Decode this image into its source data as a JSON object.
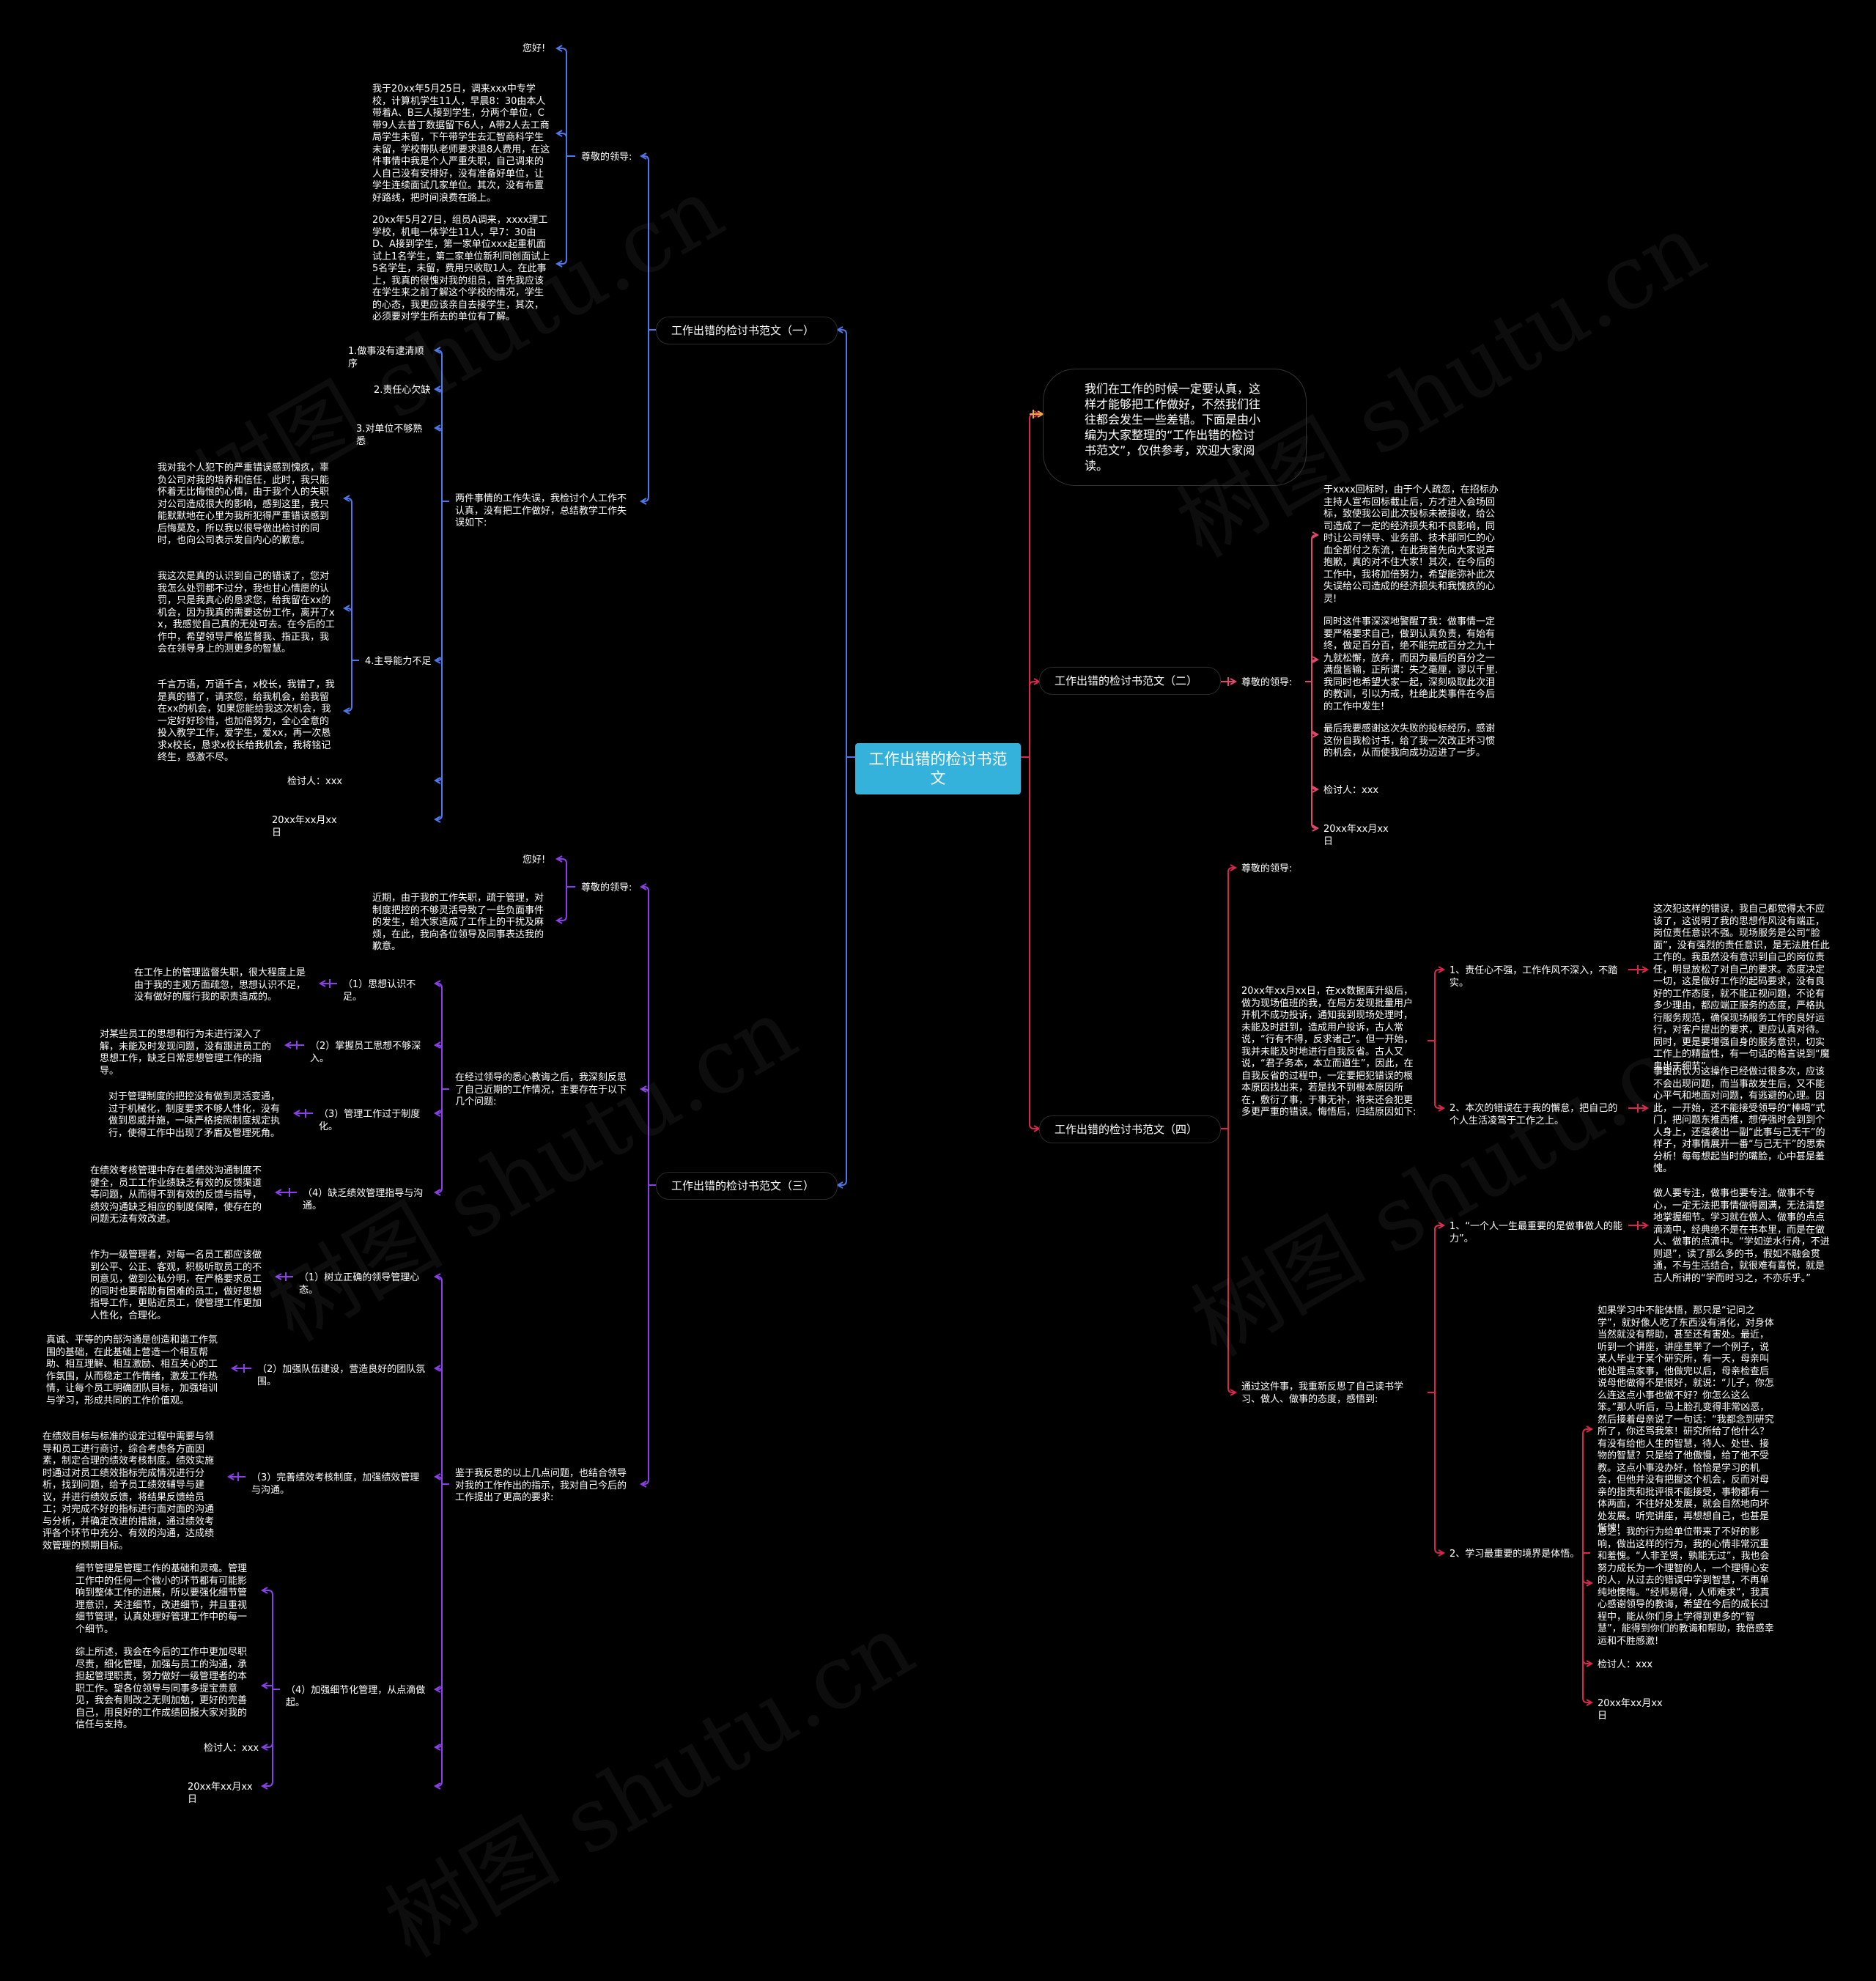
{
  "watermark": "树图 shutu.cn",
  "colors": {
    "root": "#34b2dc",
    "branch1": "#4f77e9",
    "branch2": "#e2486d",
    "branch3": "#8a40e8",
    "branch4": "#d9264a",
    "intro": "#f1a54b"
  },
  "root": "工作出错的检讨书范文",
  "intro": "我们在工作的时候一定要认真，这样才能够把工作做好，不然我们往往都会发生一些差错。下面是由小编为大家整理的“工作出错的检讨书范文”，仅供参考，欢迎大家阅读。",
  "b1": {
    "title": "工作出错的检讨书范文（一）",
    "g1": "尊敬的领导:",
    "greet": "您好!",
    "p1": "我于20xx年5月25日，调来xxx中专学校，计算机学生11人，早晨8：30由本人带着A、B三人接到学生，分两个单位，C带9人去普丁数据留下6人，A带2人去工商局学生未留，下午带学生去汇智商科学生未留，学校带队老师要求退8人费用，在这件事情中我是个人严重失职，自己调来的人自己没有安排好，没有准备好单位，让学生连续面试几家单位。其次，没有布置好路线，把时间浪费在路上。",
    "p2": "20xx年5月27日，组员A调来，xxxx理工学校，机电一体学生11人，早7：30由D、A接到学生，第一家单位xxx起重机面试上1名学生，第二家单位新利同创面试上5名学生，未留，费用只收取1人。在此事上，我真的很愧对我的组员，首先我应该在学生来之前了解这个学校的情况，学生的心态，我更应该亲自去接学生，其次，必须要对学生所去的单位有了解。",
    "g2": "两件事情的工作失误，我检讨个人工作不认真，没有把工作做好，总结教学工作失误如下:",
    "r1": "1.做事没有逮清顺序",
    "r2": "2.责任心欠缺",
    "r3": "3.对单位不够熟悉",
    "r4": "4.主导能力不足",
    "r4a": "我对我个人犯下的严重错误感到愧疚，辜负公司对我的培养和信任，此时，我只能怀着无比悔恨的心情，由于我个人的失职对公司造成很大的影响，感到这里，我只能默默地在心里为我所犯得严重错误感到后悔莫及，所以我以很导做出检讨的同时，也向公司表示发自内心的歉意。",
    "r4b": "我这次是真的认识到自己的错误了，您对我怎么处罚都不过分，我也甘心情愿的认罚，只是我真心的恳求您，给我留在xx的机会，因为我真的需要这份工作，离开了xx，我感觉自己真的无处可去。在今后的工作中，希望领导严格监督我、指正我，我会在领导身上的测更多的智慧。",
    "r4c": "千言万语，万语千言，x校长，我错了，我是真的错了，请求您，给我机会，给我留在xx的机会，如果您能给我这次机会，我一定好好珍惜，也加倍努力，全心全意的投入教学工作，爱学生，爱xx，再一次恳求x校长，恳求x校长给我机会，我将铭记终生，感激不尽。",
    "sign": "检讨人：xxx",
    "date": "20xx年xx月xx日"
  },
  "b2": {
    "title": "工作出错的检讨书范文（二）",
    "g1": "尊敬的领导:",
    "p1": "于xxxx回标时，由于个人疏忽，在招标办主持人宣布回标截止后，方才进入会场回标，致使我公司此次投标未被接收，给公司造成了一定的经济损失和不良影响，同时让公司领导、业务部、技术部同仁的心血全部付之东流，在此我首先向大家说声抱歉，真的对不住大家！其次，在今后的工作中，我将加倍努力，希望能弥补此次失误给公司造成的经济损失和我愧疚的心灵!",
    "p2": "同时这件事深深地警醒了我：做事情一定要严格要求自己，做到认真负责，有始有终，做足百分百，绝不能完成百分之九十九就松懈，放弃，而因为最后的百分之一满盘皆输，正所谓：失之毫厘，谬以千里.我同时也希望大家一起，深刻吸取此次泪的教训，引以为戒，杜绝此类事件在今后的工作中发生!",
    "p3": "最后我要感谢这次失败的投标经历，感谢这份自我检讨书，给了我一次改正坏习惯的机会，从而使我向成功迈进了一步。",
    "sign": "检讨人：xxx",
    "date": "20xx年xx月xx日"
  },
  "b3": {
    "title": "工作出错的检讨书范文（三）",
    "g1": "尊敬的领导:",
    "greet": "您好!",
    "p1": "近期，由于我的工作失职，疏于管理，对制度把控的不够灵活导致了一些负面事件的发生，给大家造成了工作上的干扰及麻烦，在此，我向各位领导及同事表达我的歉意。",
    "g2": "在经过领导的悉心教诲之后，我深刻反思了自己近期的工作情况，主要存在于以下几个问题:",
    "i1": "（1）思想认识不足。",
    "i1d": "在工作上的管理监督失职，很大程度上是由于我的主观方面疏忽，思想认识不足，没有做好的履行我的职责造成的。",
    "i2": "（2）掌握员工思想不够深入。",
    "i2d": "对某些员工的思想和行为未进行深入了解，未能及时发现问题，没有跟进员工的思想工作，缺乏日常思想管理工作的指导。",
    "i3": "（3）管理工作过于制度化。",
    "i3d": "对于管理制度的把控没有做到灵活变通，过于机械化，制度要求不够人性化，没有做到恩威并施，一味严格按照制度规定执行，使得工作中出现了矛盾及管理死角。",
    "i4": "（4）缺乏绩效管理指导与沟通。",
    "i4d": "在绩效考核管理中存在着绩效沟通制度不健全，员工工作业绩缺乏有效的反馈渠道等问题，从而得不到有效的反馈与指导，绩效沟通缺乏相应的制度保障，使存在的问题无法有效改进。",
    "g3": "鉴于我反思的以上几点问题，也结合领导对我的工作作出的指示，我对自己今后的工作提出了更高的要求:",
    "j1": "（1）树立正确的领导管理心态。",
    "j1d": "作为一级管理者，对每一名员工都应该做到公平、公正、客观，积极听取员工的不同意见，做到公私分明，在严格要求员工的同时也要帮助有困难的员工，做好思想指导工作，更贴近员工，使管理工作更加人性化，合理化。",
    "j2": "（2）加强队伍建设，营造良好的团队氛围。",
    "j2d": "真诚、平等的内部沟通是创造和谐工作氛围的基础，在此基础上营造一个相互帮助、相互理解、相互激励、相互关心的工作氛围，从而稳定工作情绪，激发工作热情，让每个员工明确团队目标，加强培训与学习，形成共同的工作价值观。",
    "j3": "（3）完善绩效考核制度，加强绩效管理与沟通。",
    "j3d": "在绩效目标与标准的设定过程中需要与领导和员工进行商讨，综合考虑各方面因素，制定合理的绩效考核制度。绩效实施时通过对员工绩效指标完成情况进行分析，找到问题，给予员工绩效辅导与建议，并进行绩效反馈，将结果反馈给员工；对完成不好的指标进行面对面的沟通与分析，并确定改进的措施，通过绩效考评各个环节中充分、有效的沟通，达成绩效管理的预期目标。",
    "j4": "（4）加强细节化管理，从点滴做起。",
    "j4a": "细节管理是管理工作的基础和灵魂。管理工作中的任何一个微小的环节都有可能影响到整体工作的进展，所以要强化细节管理意识，关注细节，改进细节，并且重视细节管理，认真处理好管理工作中的每一个细节。",
    "j4b": "综上所述，我会在今后的工作中更加尽职尽责，细化管理，加强与员工的沟通，承担起管理职责，努力做好一级管理者的本职工作。望各位领导与同事多提宝贵意见，我会有则改之无则加勉，更好的完善自己，用良好的工作成绩回报大家对我的信任与支持。",
    "sign": "检讨人：xxx",
    "date": "20xx年xx月xx日"
  },
  "b4": {
    "title": "工作出错的检讨书范文（四）",
    "g1": "尊敬的领导:",
    "p1": "20xx年xx月xx日，在xx数据库升级后，做为现场值班的我，在局方发现批量用户开机不成功投诉，通知我到现场处理时，未能及时赶到，造成用户投诉，古人常说，“行有不得，反求诸己”。但一开始，我并未能及时地进行自我反省。古人又说，“君子务本，本立而道生”，因此，在自我反省的过程中，一定要把犯错误的根本原因找出来，若是找不到根本原因所在，敷衍了事，于事无补，将来还会犯更多更严重的错误。悔悟后，归结原因如下:",
    "c1": "1、责任心不强，工作作风不深入，不踏实。",
    "c1d": "这次犯这样的错误，我自己都觉得太不应该了，这说明了我的思想作风没有端正，岗位责任意识不强。现场服务是公司“脸面”，没有强烈的责任意识，是无法胜任此工作的。我虽然没有意识到自己的岗位责任，明显放松了对自己的要求。态度决定一切，这是做好工作的起码要求，没有良好的工作态度，就不能正视问题，不论有多少理由，都应端正服务的态度，严格执行服务规范，确保现场服务工作的良好运行，对客户提出的要求，更应认真对待。同时，更是要增强自身的服务意识，切实工作上的精益性，有一句话的格言说到“魔鬼出于细节”",
    "c2": "2、本次的错误在于我的懈怠，把自己的个人生活凌驾于工作之上。",
    "c2d": "事望的认为这操作已经做过很多次，应该不会出现问题，而当事故发生后，又不能心平气和地面对问题，有逃避的心理。因此，一开始，还不能接受领导的“棒喝”式门，把问题东推西推，想停强时会到到个人身上，还强袭出一副“此事与己无干”的样子，对事情展开一番“与己无干”的思索分析！每每想起当时的嘴脸，心中甚是羞愧。",
    "g2": "通过这件事，我重新反思了自己读书学习、做人、做事的态度，感悟到:",
    "d1": "1、“一个人一生最重要的是做事做人的能力”。",
    "d1d": "做人要专注，做事也要专注。做事不专心，一定无法把事情做得圆满，无法清楚地掌握细节。学习就在做人、做事的点点滴滴中，经典绝不是在书本里，而是在做人、做事的点滴中。“学如逆水行舟，不进则退”，读了那么多的书，假如不融会贯通，不与生活结合，就很难有喜悦，就是古人所讲的“学而时习之，不亦乐乎。”",
    "d2": "2、学习最重要的境界是体悟。",
    "d2a": "如果学习中不能体悟，那只是“记问之学”，就好像人吃了东西没有消化，对身体当然就没有帮助，甚至还有害处。最近，听到一个讲座，讲座里举了一个例子，说某人毕业于某个研究所，有一天，母亲叫他处理点家事，他做完以后，母亲检查后说母他做得不是很好，就说：“儿子，你怎么连这点小事也做不好？你怎么这么笨。”那人听后，马上脸孔变得非常凶恶，然后接着母亲说了一句话：“我都念到研究所了，你还骂我笨！研究所给了他什么？有没有给他人生的智慧，待人、处世、接物的智慧？只是给了他傲慢，给了他不受教。这点小事没办好，恰恰是学习的机会，但他并没有把握这个机会，反而对母亲的指责和批评很不能接受，事物都有一体两面，不往好处发展，就会自然地向坏处发展。听完讲座，再想想自己，也甚是惭愧!",
    "d2b": "总之，我的行为给单位带来了不好的影响，做出这样的行为，我的心情非常沉重和羞愧。“人非圣贤，孰能无过”，我也会努力成长为一个理智的人，一个理得心安的人，从过去的错误中学到智慧，不再单纯地懊悔。“经师易得，人师难求”，我真心感谢领导的教诲，希望在今后的成长过程中，能从你们身上学得到更多的“智慧”，能得到你们的教诲和帮助，我倍感幸运和不胜感激!",
    "sign": "检讨人：xxx",
    "date": "20xx年xx月xx日"
  }
}
